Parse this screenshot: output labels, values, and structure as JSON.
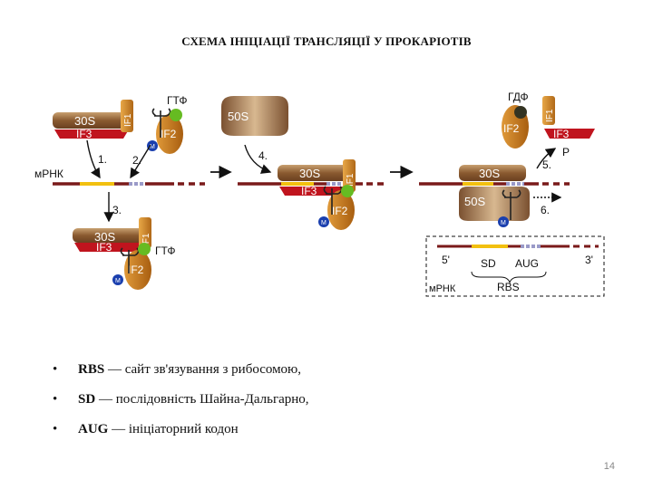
{
  "title": "СХЕМА ІНІЦІАЦІЇ ТРАНСЛЯЦІЇ У ПРОКАРІОТІВ",
  "labels": {
    "s30": "30S",
    "s50": "50S",
    "if1": "IF1",
    "if2": "IF2",
    "if3": "IF3",
    "gtp": "ГТФ",
    "gdp": "ГДФ",
    "m": "M",
    "p": "P",
    "mrna": "мРНК",
    "five": "5'",
    "three": "3'",
    "sd": "SD",
    "aug": "AUG",
    "rbs": "RBS"
  },
  "steps": [
    "1.",
    "2.",
    "3.",
    "4.",
    "5.",
    "6."
  ],
  "bullets": [
    {
      "term": "RBS",
      "text": " — сайт зв'язування з рибосомою,"
    },
    {
      "term": "SD",
      "text": " — послідовність Шайна-Дальгарно,"
    },
    {
      "term": "AUG",
      "text": " — ініціаторний кодон"
    }
  ],
  "page_number": "14",
  "colors": {
    "mrna": "#7a1a1a",
    "sd_region": "#f2c010",
    "aug_region": "#9a9ac8",
    "if3": "#c0141e",
    "if2": "#c9781a",
    "ribosome": "#a07040",
    "gtp": "#66bb22",
    "gdp": "#333322",
    "met": "#1a3fae"
  }
}
